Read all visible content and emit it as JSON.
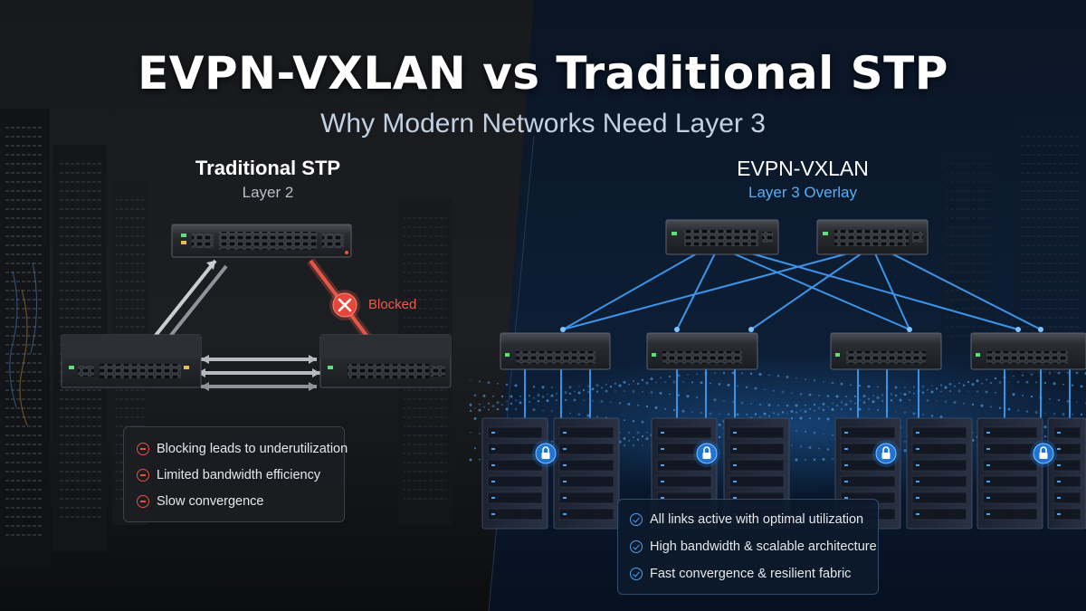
{
  "title": "EVPN-VXLAN vs Traditional STP",
  "subtitle": "Why Modern Networks Need Layer 3",
  "left": {
    "heading": "Traditional STP",
    "subheading": "Layer 2",
    "blocked_label": "Blocked",
    "drawbacks": [
      {
        "text": "Blocking leads to underutilization",
        "icon": "minus-circle-icon"
      },
      {
        "text": "Limited bandwidth efficiency",
        "icon": "minus-circle-icon"
      },
      {
        "text": "Slow convergence",
        "icon": "minus-circle-icon"
      }
    ]
  },
  "right": {
    "heading": "EVPN-VXLAN",
    "subheading": "Layer 3 Overlay",
    "benefits": [
      {
        "text": "All links active with optimal utilization",
        "icon": "check-circle-icon"
      },
      {
        "text": "High bandwidth & scalable architecture",
        "icon": "check-circle-icon"
      },
      {
        "text": "Fast convergence & resilient fabric",
        "icon": "check-circle-icon"
      }
    ]
  },
  "colors": {
    "accent_blue": "#4ba3f0",
    "blocked_red": "#f05a48",
    "left_bg": "#1b1d21",
    "right_bg": "#0a1a2e"
  }
}
